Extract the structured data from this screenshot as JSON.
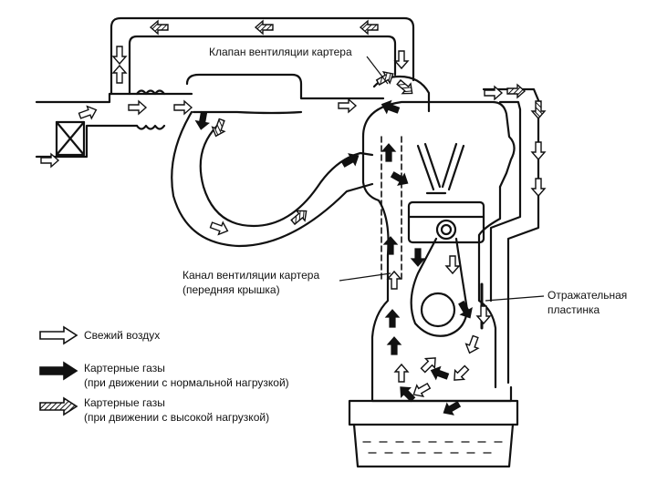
{
  "labels": {
    "pcv_valve": "Клапан вентиляции картера",
    "channel_line1": "Канал вентиляции картера",
    "channel_line2": "(передняя крышка)",
    "baffle_line1": "Отражательная",
    "baffle_line2": "пластинка"
  },
  "legend": [
    {
      "key": "fresh",
      "lines": [
        "Свежий воздух"
      ],
      "style": "hollow"
    },
    {
      "key": "normal",
      "lines": [
        "Картерные газы",
        "(при движении с нормальной нагрузкой)"
      ],
      "style": "solid"
    },
    {
      "key": "high",
      "lines": [
        "Картерные газы",
        "(при движении с высокой нагрузкой)"
      ],
      "style": "hatched"
    }
  ],
  "colors": {
    "ink": "#111111",
    "paper": "#ffffff"
  }
}
